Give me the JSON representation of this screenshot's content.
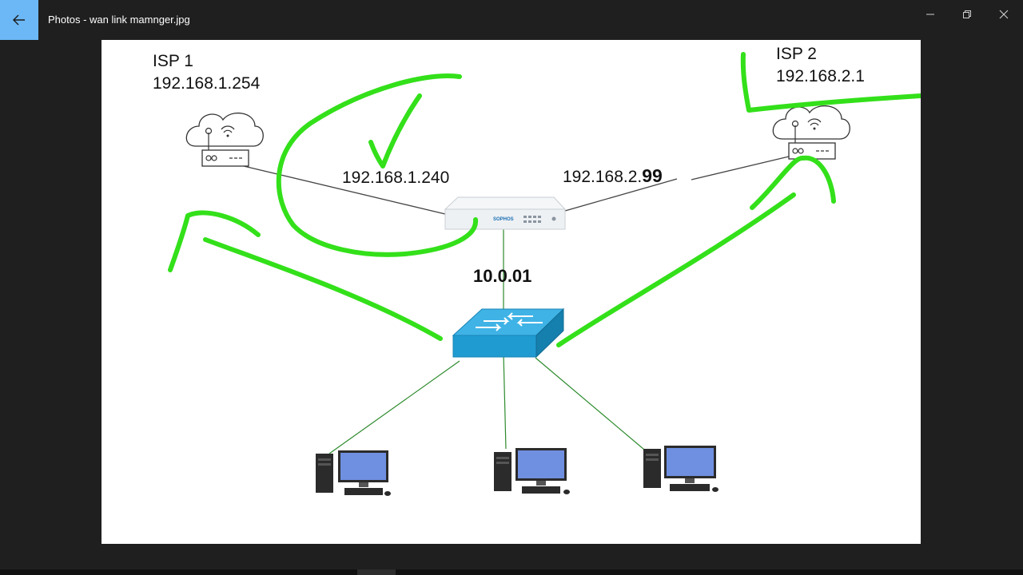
{
  "window": {
    "title": "Photos - wan link mamnger.jpg"
  },
  "diagram": {
    "isp1": {
      "name": "ISP 1",
      "ip": "192.168.1.254"
    },
    "isp2": {
      "name": "ISP 2",
      "ip": "192.168.2.1"
    },
    "wan1_ip": "192.168.1.240",
    "wan2_ip_prefix": "192.168.2.",
    "wan2_ip_suffix": "99",
    "lan_ip": "10.0.01",
    "firewall_brand": "SOPHOS"
  },
  "colors": {
    "accent": "#6cb8f6",
    "annotation": "#33e01a",
    "link_wan": "#444444",
    "link_lan": "#2e8b2e",
    "switch": "#1f9bd1"
  },
  "icons": {
    "back": "arrow-left",
    "minimize": "minimize",
    "restore": "restore",
    "close": "close"
  }
}
